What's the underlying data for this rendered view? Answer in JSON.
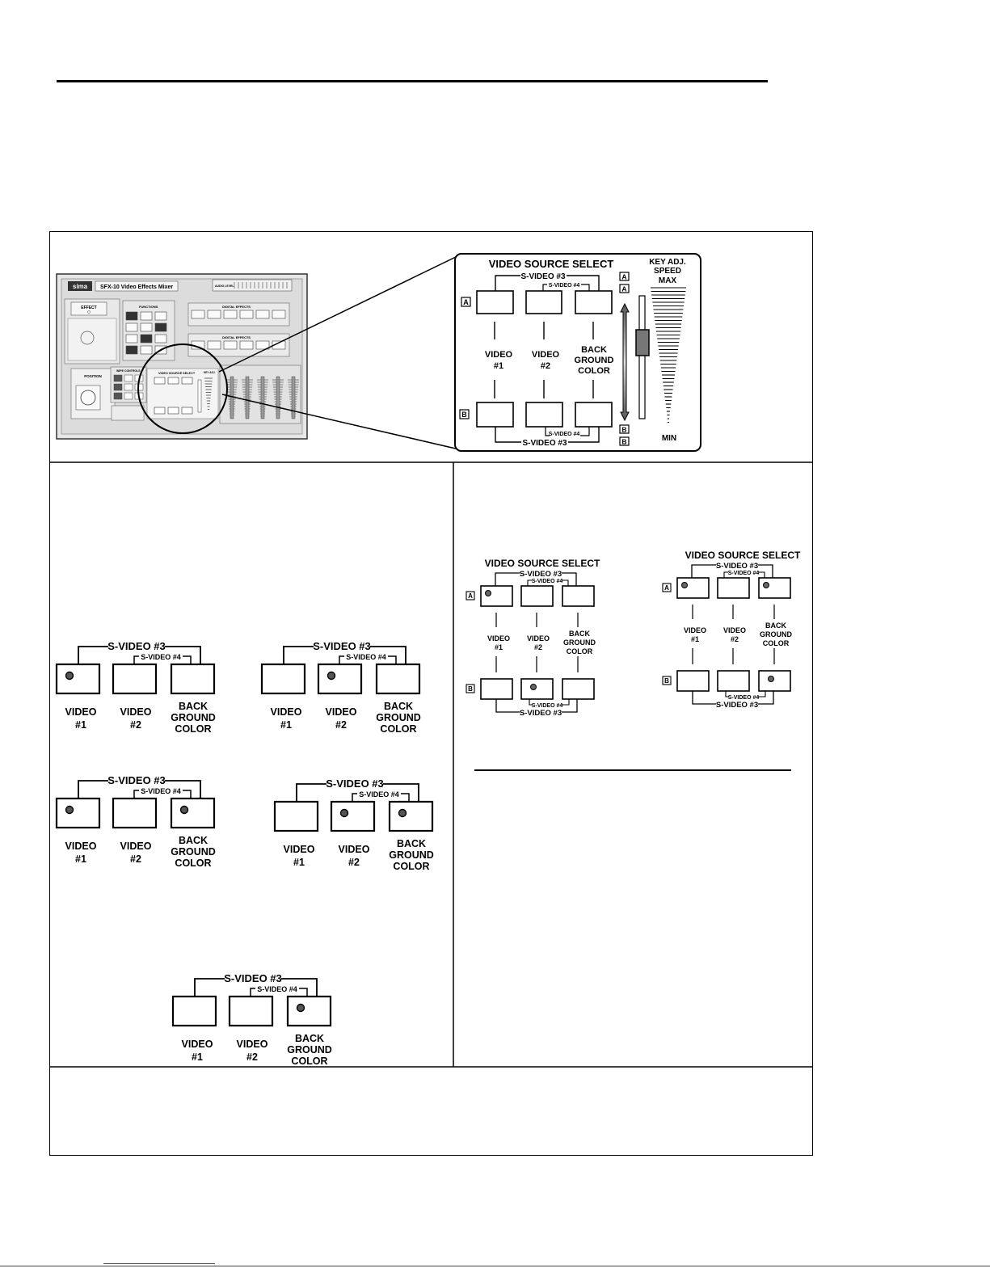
{
  "page": {
    "header_rule": true,
    "footer_rule": true
  },
  "panel": {
    "brand": "sima",
    "model": "SFX-10 Video Effects Mixer",
    "mini_labels": {
      "audio_level": "AUDIO LEVEL",
      "effect": "EFFECT",
      "functions": "FUNCTIONS",
      "digital_effects_a": "DIGITAL EFFECTS",
      "digital_effects_b": "DIGITAL EFFECTS",
      "position": "POSITION",
      "wipe_controls": "WIPE CONTROLS",
      "video_source_select": "VIDEO SOURCE SELECT",
      "key_adj": "KEY ADJ."
    }
  },
  "zoom": {
    "title": "VIDEO SOURCE SELECT",
    "s_video_3": "S-VIDEO #3",
    "s_video_4": "S-VIDEO #4",
    "row_a": "A",
    "row_b": "B",
    "video1": [
      "VIDEO",
      "#1"
    ],
    "video2": [
      "VIDEO",
      "#2"
    ],
    "bg": [
      "BACK",
      "GROUND",
      "COLOR"
    ],
    "key_adj": [
      "KEY ADJ.",
      "SPEED"
    ],
    "max": "MAX",
    "min": "MIN"
  },
  "button_rows": {
    "s_video_3": "S-VIDEO #3",
    "s_video_4": "S-VIDEO #4",
    "video1": [
      "VIDEO",
      "#1"
    ],
    "video2": [
      "VIDEO",
      "#2"
    ],
    "bg": [
      "BACK",
      "GROUND",
      "COLOR"
    ],
    "examples": [
      {
        "lit": [
          1,
          0,
          0
        ]
      },
      {
        "lit": [
          0,
          1,
          0
        ]
      },
      {
        "lit": [
          1,
          0,
          1
        ]
      },
      {
        "lit": [
          0,
          1,
          1
        ]
      },
      {
        "lit": [
          0,
          0,
          1
        ]
      }
    ]
  },
  "vss_examples": {
    "title": "VIDEO SOURCE SELECT",
    "s_video_3": "S-VIDEO #3",
    "s_video_4": "S-VIDEO #4",
    "row_a": "A",
    "row_b": "B",
    "video1": [
      "VIDEO",
      "#1"
    ],
    "video2": [
      "VIDEO",
      "#2"
    ],
    "bg": [
      "BACK",
      "GROUND",
      "COLOR"
    ],
    "items": [
      {
        "lit_a": [
          1,
          0,
          0
        ],
        "lit_b": [
          0,
          1,
          0
        ]
      },
      {
        "lit_a": [
          1,
          0,
          1
        ],
        "lit_b": [
          0,
          0,
          1
        ]
      }
    ]
  }
}
